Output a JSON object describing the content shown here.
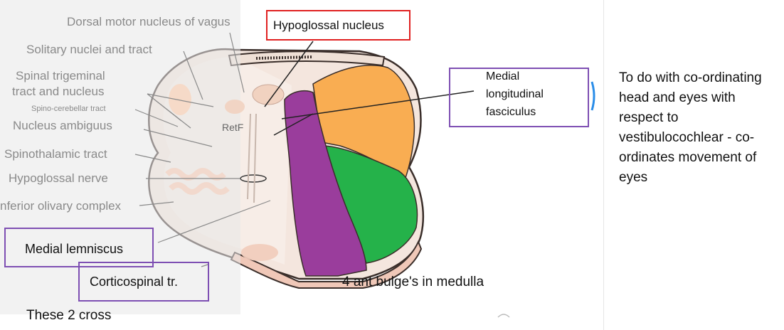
{
  "labels": {
    "dorsal_motor": "Dorsal motor nucleus of vagus",
    "solitary": "Solitary nuclei and tract",
    "spinal_trig_1": "Spinal trigeminal",
    "spinal_trig_2": "tract and nucleus",
    "spino_cerebellar": "Spino-cerebellar tract",
    "nucleus_ambiguus": "Nucleus ambiguus",
    "spinothalamic": "Spinothalamic tract",
    "hypoglossal_nerve": "Hypoglossal nerve",
    "inferior_olivary": "nferior olivary complex",
    "retf": "RetF"
  },
  "boxes": {
    "hypoglossal_nucleus": "Hypoglossal nucleus",
    "mlf_1": "Medial",
    "mlf_2": "longitudinal",
    "mlf_3": "fasciculus",
    "medial_lemniscus": "Medial lemniscus",
    "corticospinal": "Corticospinal tr."
  },
  "captions": {
    "bulges": "4 ant bulge's in medulla",
    "cross": "These 2 cross"
  },
  "note": "To do with co-ordinating head and eyes with respect to vestibulocochlear - co-ordinates movement of eyes",
  "colors": {
    "orange": "#f9ad52",
    "green": "#25b24a",
    "purple": "#9a3d9c",
    "tissue": "#f4e6de",
    "outline": "#3a2e2a",
    "box_purple": "#7e4fb3",
    "box_red": "#e02020"
  }
}
